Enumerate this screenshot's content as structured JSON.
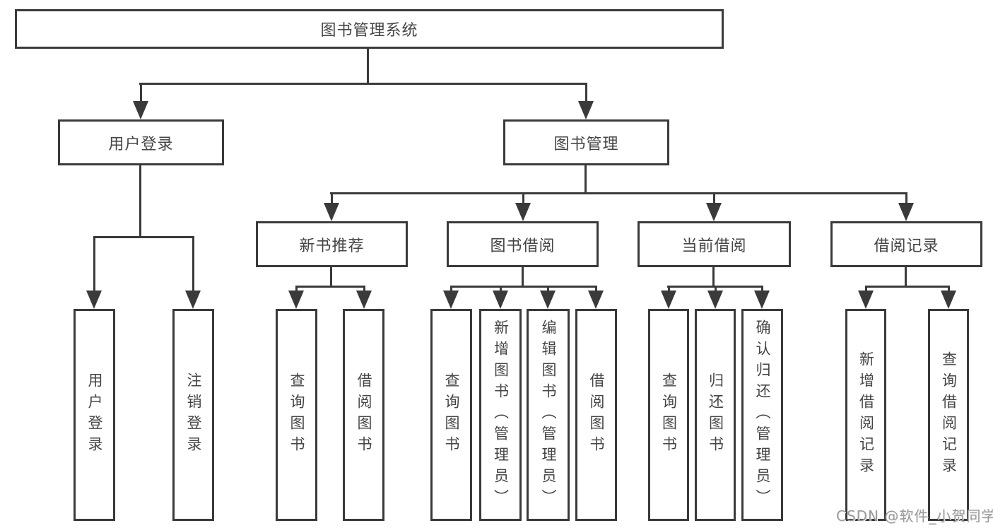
{
  "diagram": {
    "root": {
      "label": "图书管理系统"
    },
    "branches": [
      {
        "label": "用户登录",
        "leaves": [
          {
            "label": "用户登录"
          },
          {
            "label": "注销登录"
          }
        ]
      },
      {
        "label": "图书管理",
        "groups": [
          {
            "label": "新书推荐",
            "leaves": [
              {
                "label": "查询图书"
              },
              {
                "label": "借阅图书"
              }
            ]
          },
          {
            "label": "图书借阅",
            "leaves": [
              {
                "label": "查询图书"
              },
              {
                "label": "新增图书（管理员）"
              },
              {
                "label": "编辑图书（管理员）"
              },
              {
                "label": "借阅图书"
              }
            ]
          },
          {
            "label": "当前借阅",
            "leaves": [
              {
                "label": "查询图书"
              },
              {
                "label": "归还图书"
              },
              {
                "label": "确认归还（管理员）"
              }
            ]
          },
          {
            "label": "借阅记录",
            "leaves": [
              {
                "label": "新增借阅记录"
              },
              {
                "label": "查询借阅记录"
              }
            ]
          }
        ]
      }
    ]
  },
  "watermark": {
    "text": "CSDN @软件_小贺同学"
  },
  "colors": {
    "line": "#3a3a3a",
    "text": "#454545",
    "box_fill": "#ffffff",
    "background": "#ffffff",
    "watermark": "#9b9b9b"
  }
}
